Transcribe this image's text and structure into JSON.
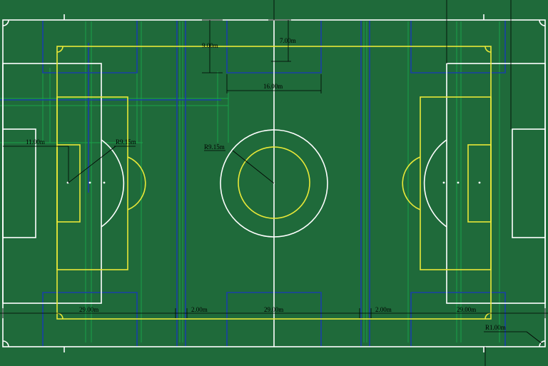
{
  "colors": {
    "grass": "#1f6a3a",
    "white": "#ffffff",
    "yellow": "#e8e838",
    "blue": "#1a3fa8",
    "green_line": "#1aa24a",
    "dim": "#000000"
  },
  "labels": {
    "goal_area_depth": "9.00m",
    "goal_area_half": "7.00m",
    "goal_area_width": "16.00m",
    "penalty_spot": "11.00m",
    "arc_radius": "R9.15m",
    "center_radius": "R9.15m",
    "left_width": "29.00m",
    "gap_left": "2.00m",
    "center_width": "29.00m",
    "gap_right": "2.00m",
    "right_width": "29.00m",
    "corner_radius": "R1.00m"
  }
}
